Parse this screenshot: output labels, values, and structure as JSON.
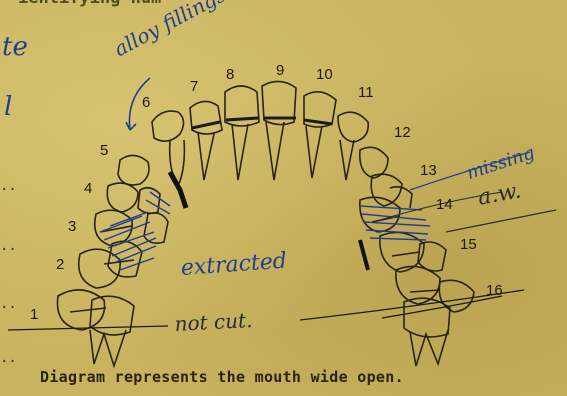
{
  "document": {
    "top_text": "ientifying num",
    "left_annotation_1": "te",
    "left_annotation_2": "l",
    "caption": "Diagram represents the mouth wide open."
  },
  "tooth_numbers": [
    "1",
    "2",
    "3",
    "4",
    "5",
    "6",
    "7",
    "8",
    "9",
    "10",
    "11",
    "12",
    "13",
    "14",
    "15",
    "16"
  ],
  "handwriting": {
    "alloy_fillings": "alloy fillings",
    "missing": "missing",
    "missing_initials": "a.w.",
    "extracted": "extracted",
    "not_cut": "not cut."
  },
  "colors": {
    "paper": "#c9b35f",
    "ink_blue": "#1e3f8f",
    "ink_dark": "#2a2a33",
    "typewriter": "#2b2412"
  }
}
